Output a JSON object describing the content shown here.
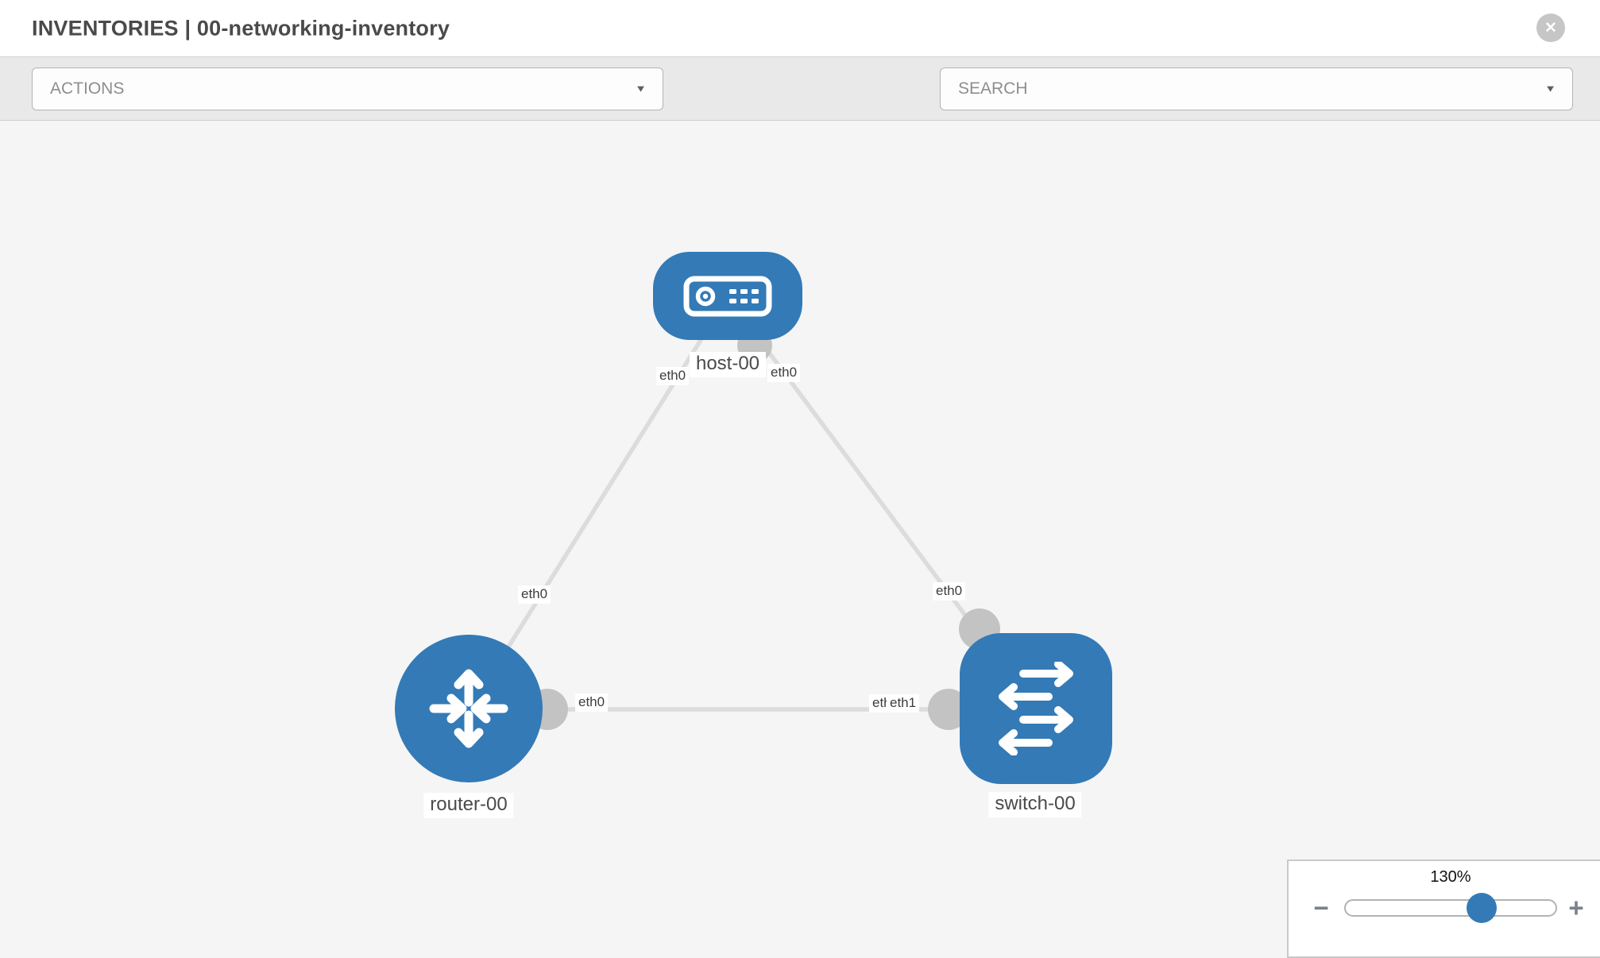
{
  "header": {
    "title": "INVENTORIES | 00-networking-inventory"
  },
  "toolbar": {
    "actions_label": "ACTIONS",
    "search_label": "SEARCH"
  },
  "icons": {
    "close": "✕",
    "caret": "▼",
    "minus": "−",
    "plus": "+",
    "wrench": "wrench-icon",
    "key": "key-icon"
  },
  "graph": {
    "nodes": [
      {
        "label": "host-00",
        "type": "host"
      },
      {
        "label": "router-00",
        "type": "router"
      },
      {
        "label": "switch-00",
        "type": "switch"
      }
    ],
    "links": [
      {
        "source": "host-00",
        "source_interface": "eth0",
        "target": "router-00",
        "target_interface": "eth0"
      },
      {
        "source": "host-00",
        "source_interface": "eth0",
        "target": "switch-00",
        "target_interface": "eth0"
      },
      {
        "source": "router-00",
        "source_interface": "eth0",
        "target": "switch-00",
        "target_interface": "eth1",
        "target_interface_underlay": "eth0"
      }
    ]
  },
  "zoom_control": {
    "value": "130%"
  },
  "colors": {
    "node_blue": "#337ab7",
    "link_gray": "#dcdcdc",
    "connector_gray": "#c3c3c3",
    "toolbar_bg": "#e9e9e9",
    "canvas_bg": "#f5f5f5"
  }
}
